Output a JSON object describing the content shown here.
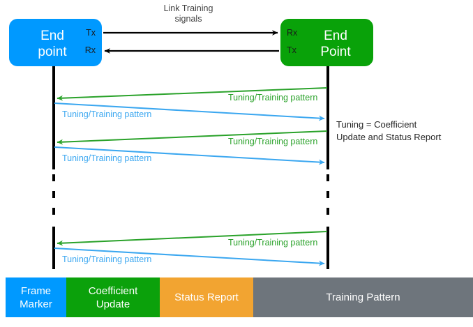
{
  "diagram": {
    "title": "Link Training sequence diagram",
    "colors": {
      "blue": "#0099ff",
      "green": "#09a209",
      "orange": "#f2a431",
      "gray": "#6e757c",
      "arrow_green": "#2aa22a",
      "arrow_blue": "#3ba7f0",
      "arrow_black": "#000000"
    },
    "endpoints": {
      "left": {
        "title": "End\npoint",
        "port_top": "Tx",
        "port_bottom": "Rx"
      },
      "right": {
        "title": "End\nPoint",
        "port_top": "Rx",
        "port_bottom": "Tx"
      }
    },
    "top_label": "Link Training\nsignals",
    "note": "Tuning = Coefficient\nUpdate and Status Report",
    "messages": [
      {
        "label": "Tuning/Training pattern",
        "direction": "right-to-left",
        "color": "green"
      },
      {
        "label": "Tuning/Training pattern",
        "direction": "left-to-right",
        "color": "blue"
      },
      {
        "label": "Tuning/Training pattern",
        "direction": "right-to-left",
        "color": "green"
      },
      {
        "label": "Tuning/Training pattern",
        "direction": "left-to-right",
        "color": "blue"
      },
      {
        "label": "Tuning/Training pattern",
        "direction": "right-to-left",
        "color": "green"
      },
      {
        "label": "Tuning/Training pattern",
        "direction": "left-to-right",
        "color": "blue"
      }
    ],
    "frame_bar": [
      {
        "label": "Frame\nMarker",
        "color": "#0099ff"
      },
      {
        "label": "Coefficient\nUpdate",
        "color": "#0ba10b"
      },
      {
        "label": "Status Report",
        "color": "#f2a431"
      },
      {
        "label": "Training Pattern",
        "color": "#6e757c"
      }
    ]
  }
}
